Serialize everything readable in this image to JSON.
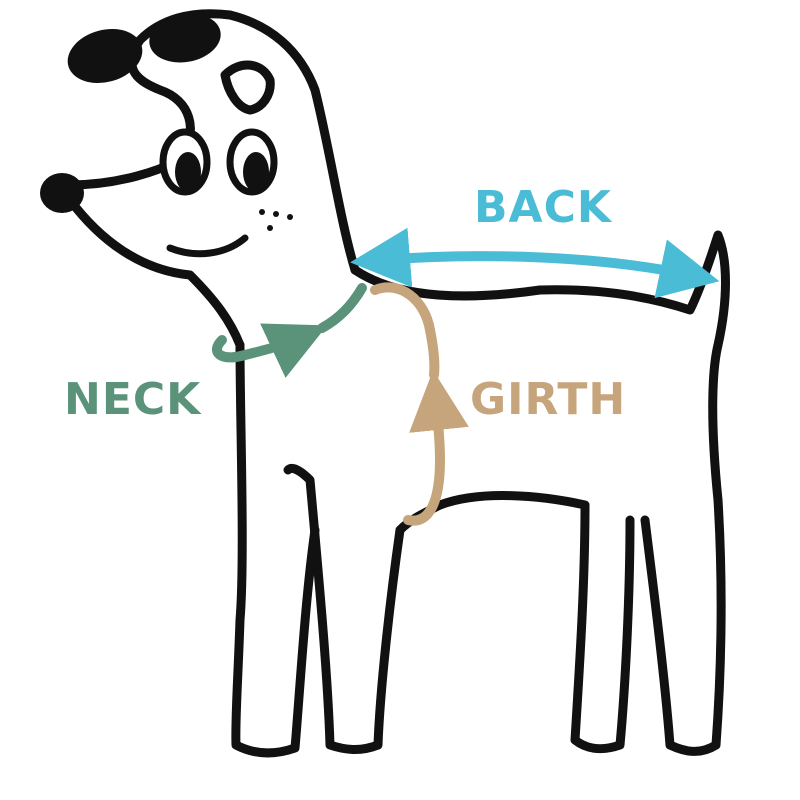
{
  "labels": {
    "back": "BACK",
    "neck": "NECK",
    "girth": "GIRTH"
  },
  "colors": {
    "back": "#4BBCD6",
    "neck": "#5A937A",
    "girth": "#C7A57C",
    "outline": "#111111",
    "background": "#FFFFFF"
  },
  "icons": {
    "figure": "dog-illustration-icon",
    "back_measure": "double-arrow-icon",
    "neck_measure": "curved-arrow-icon",
    "girth_measure": "curved-arrow-icon"
  }
}
